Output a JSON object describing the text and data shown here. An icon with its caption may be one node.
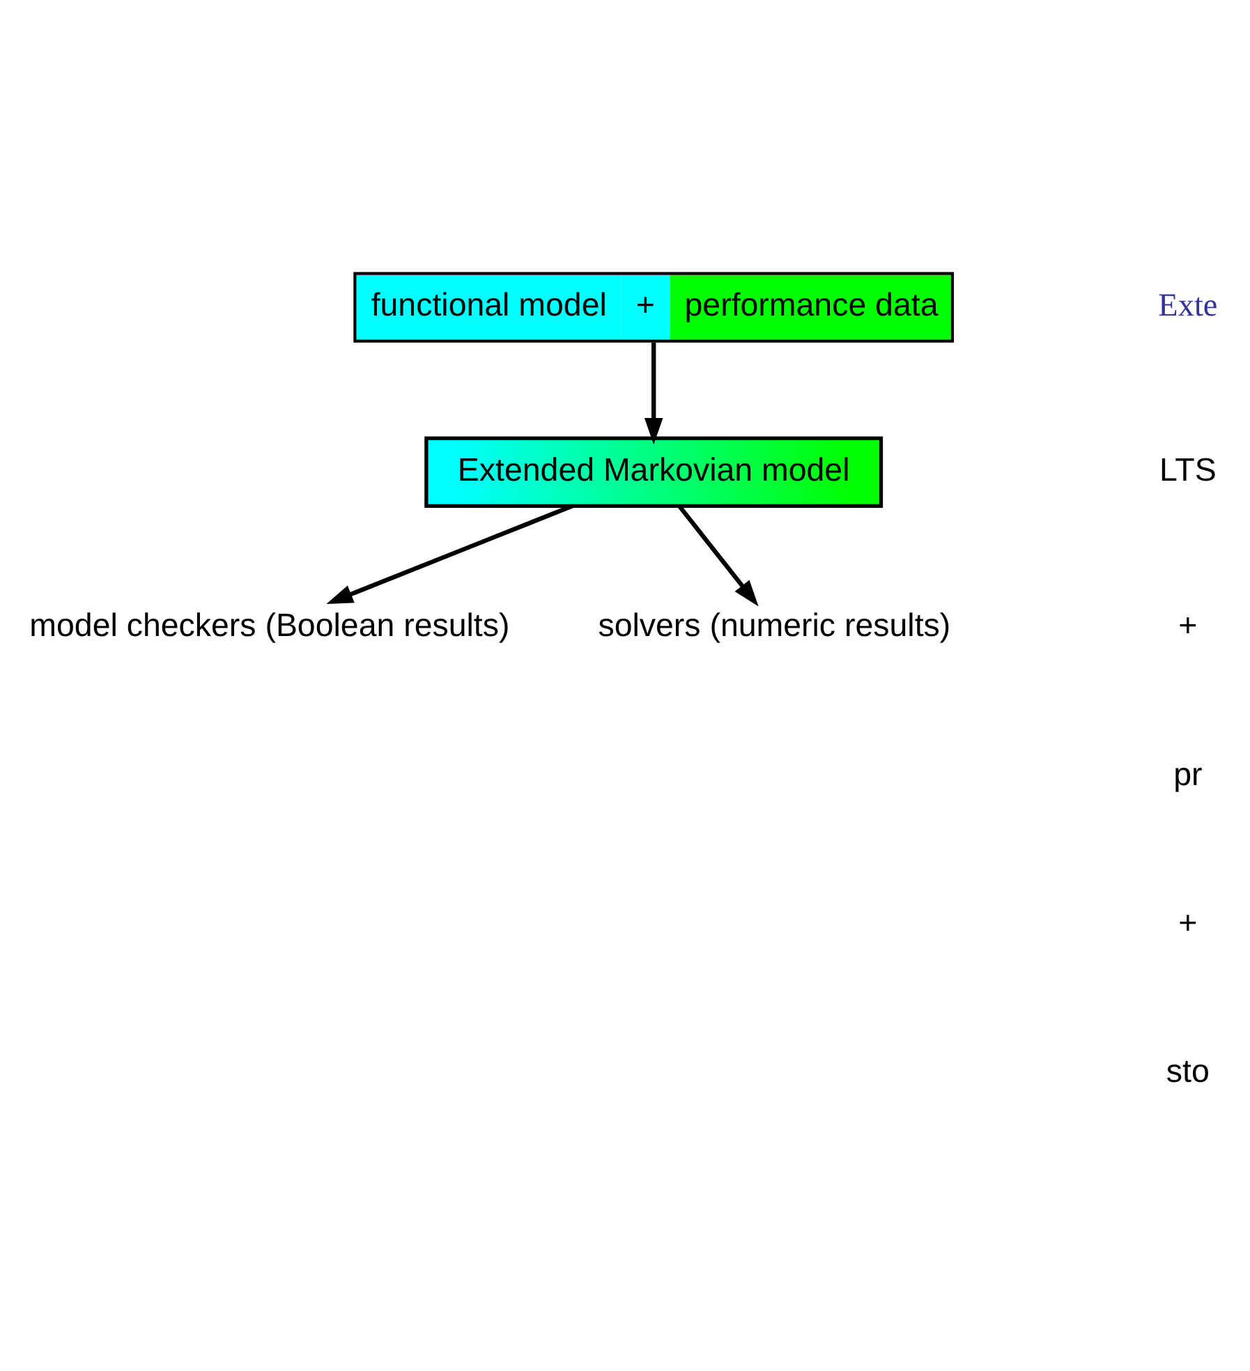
{
  "diagram": {
    "nodes": [
      {
        "text": [
          "functional model",
          "+",
          "performance data"
        ]
      },
      {
        "text": [
          "Extended Markovian model"
        ]
      },
      {
        "text": [
          "model checkers (Boolean results)"
        ]
      },
      {
        "text": [
          "solvers (numeric results)"
        ]
      }
    ],
    "edges": [
      {
        "from": 0,
        "to": 1,
        "arrow": "to"
      },
      {
        "from": 1,
        "to": 2,
        "arrow": "to"
      },
      {
        "from": 1,
        "to": 3,
        "arrow": "to"
      }
    ],
    "labels": [
      "Exte",
      "LTS",
      "+",
      "pr",
      "+",
      "sto"
    ]
  }
}
